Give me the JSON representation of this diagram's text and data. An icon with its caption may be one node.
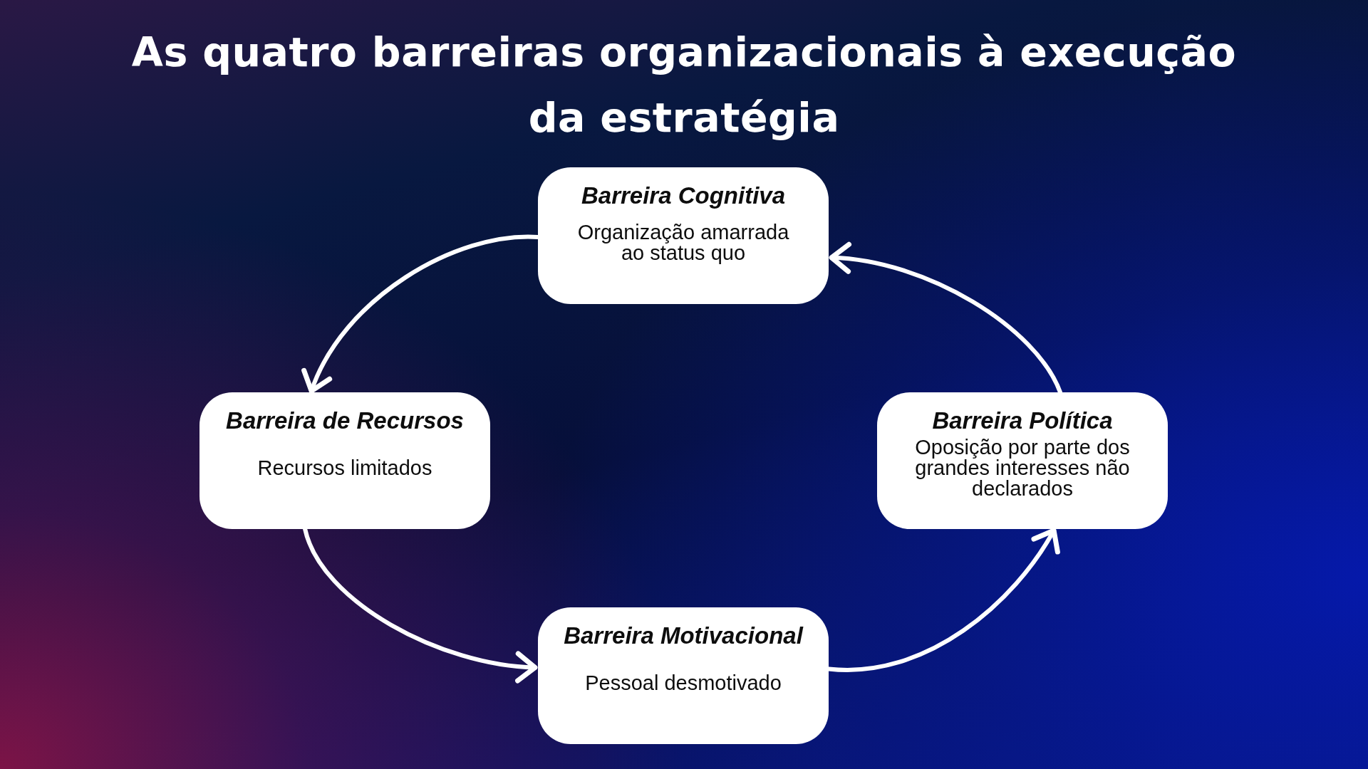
{
  "diagram": {
    "title": "As quatro barreiras organizacionais à execução da estratégia",
    "nodes": [
      {
        "text": [
          "Barreira Cognitiva",
          "Organização amarrada ao status quo"
        ]
      },
      {
        "text": [
          "Barreira de Recursos",
          "Recursos limitados"
        ]
      },
      {
        "text": [
          "Barreira Política",
          "Oposição por parte dos grandes interesses não declarados"
        ]
      },
      {
        "text": [
          "Barreira Motivacional",
          "Pessoal desmotivado"
        ]
      }
    ],
    "edges": [
      {
        "from": 0,
        "to": 1,
        "arrow": "to"
      },
      {
        "from": 1,
        "to": 3,
        "arrow": "to"
      },
      {
        "from": 3,
        "to": 2,
        "arrow": "to"
      },
      {
        "from": 2,
        "to": 0,
        "arrow": "to"
      }
    ]
  }
}
